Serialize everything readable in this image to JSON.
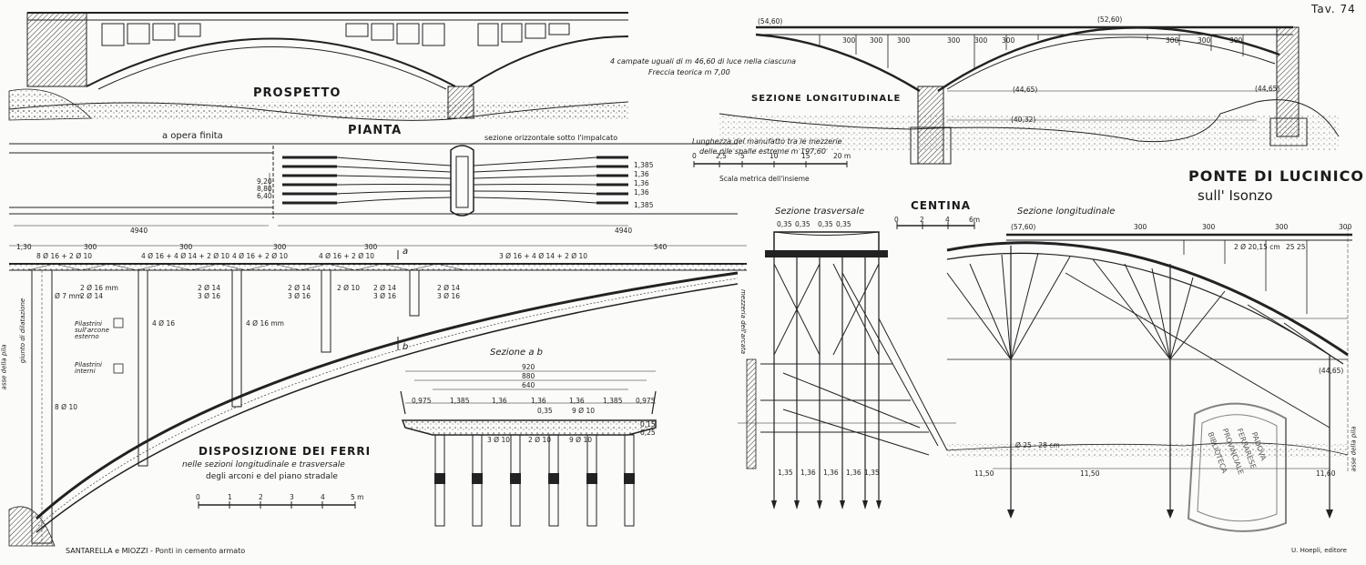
{
  "plate_number": "Tav. 74",
  "top_left": {
    "title_prospetto": "PROSPETTO",
    "note_spans": "4 campate uguali di m 46,60 di luce nella ciascuna",
    "note_arrow": "Freccia teorica m 7,00",
    "title_pianta": "PIANTA",
    "label_opera_finita": "a opera finita",
    "label_sezione_orizz": "sezione orizzontale sotto l'impalcato",
    "dims_plan": [
      "4940",
      "4940"
    ],
    "dims_side": [
      "9,20",
      "8,80",
      "6,40"
    ],
    "dims_right": [
      "1,385",
      "1,36",
      "1,36",
      "1,36",
      "1,385"
    ]
  },
  "top_right": {
    "title_sezione_long": "SEZIONE LONGITUDINALE",
    "note_lunghezza_1": "Lunghezza del manufatto tra le mezzerie",
    "note_lunghezza_2": "delle pile spalle estreme m 197,60",
    "scale_label": "Scala metrica dell'insieme",
    "scale_ticks": [
      "0",
      "2,5",
      "5",
      "10",
      "15",
      "20 m"
    ],
    "levels": [
      "(54,60)",
      "(52,60)",
      "(44,65)",
      "(40,32)",
      "(44,65)"
    ],
    "bay_dims": [
      "300",
      "300",
      "300",
      "300",
      "300",
      "300",
      "300",
      "300",
      "300"
    ],
    "main_title_1": "PONTE DI LUCINICO",
    "main_title_2": "sull' Isonzo"
  },
  "bottom_left": {
    "top_dims": [
      "1,30",
      "300",
      "300",
      "300",
      "300",
      "540"
    ],
    "rebar_labels": [
      "8 Ø 16 + 2 Ø 10",
      "4 Ø 16 + 4 Ø 14 + 2 Ø 10",
      "4 Ø 16 + 2 Ø 10",
      "4 Ø 16 + 2 Ø 10",
      "3 Ø 16 + 4 Ø 14 + 2 Ø 10"
    ],
    "col_labels": [
      "2 Ø 16 mm",
      "2 Ø 14",
      "2 Ø 14",
      "3 Ø 16",
      "2 Ø 14",
      "3 Ø 16",
      "2 Ø 10",
      "2 Ø 14",
      "3 Ø 16",
      "2 Ø 14",
      "3 Ø 16"
    ],
    "side_labels": [
      "Ø 7 mm",
      "4 Ø 16",
      "4 Ø 16 mm",
      "8 Ø 10"
    ],
    "pilastrini_1": "Pilastrini sull'arcone esterno",
    "pilastrini_2": "Pilastrini interni",
    "mark_a": "a",
    "mark_b": "b",
    "vertical_left": "asse della pila",
    "vertical_left2": "giunto di dilatazione",
    "vertical_right": "mezzeria dell'arcata",
    "title_ferri_1": "DISPOSIZIONE DEI FERRI",
    "title_ferri_2": "nelle sezioni longitudinale e trasversale",
    "title_ferri_3": "degli arconi e del piano stradale",
    "scale_ticks": [
      "0",
      "1",
      "2",
      "3",
      "4",
      "5 m"
    ],
    "sezione_ab": "Sezione a b",
    "ab_dims_top": [
      "920",
      "880",
      "640"
    ],
    "ab_dims_mid": [
      "0,975",
      "1,385",
      "1,36",
      "1,36",
      "1,36",
      "1,385",
      "0,975"
    ],
    "ab_small": [
      "0,35",
      "2 Ø 10",
      "9 Ø 10",
      "3 Ø 10",
      "9 Ø 10",
      "0,15",
      "0,25"
    ]
  },
  "bottom_right": {
    "title_sez_trasv": "Sezione trasversale",
    "title_centina": "CENTINA",
    "title_sez_long": "Sezione longitudinale",
    "scale_ticks": [
      "0",
      "2",
      "4",
      "6m"
    ],
    "trasv_top_dims": [
      "0,35",
      "0,35",
      "0,35",
      "0,35"
    ],
    "trasv_bottom_dims": [
      "1,35",
      "1,36",
      "1,36",
      "1,36",
      "1,35"
    ],
    "long_level": "(57,60)",
    "long_dims": [
      "300",
      "300",
      "300",
      "300"
    ],
    "long_small": [
      "2 Ø 20,15 cm",
      "25 25"
    ],
    "long_level_right": "(44,65)",
    "piles_note": "Ø 25 - 28 cm",
    "long_bottom_dims": [
      "11,50",
      "11,50",
      "11,60"
    ],
    "vertical_right": "asse della pila",
    "stamp_lines": [
      "BIBLIOTECA",
      "PROVINCIALE",
      "FERRARESE",
      "PADOVA"
    ]
  },
  "footer": {
    "left": "SANTARELLA e MIOZZI - Ponti in cemento armato",
    "right": "U. Hoepli, editore"
  },
  "colors": {
    "ink": "#1b1b1b",
    "paper": "#fbfbf9",
    "stamp": "#5a5a5a",
    "hatch": "#444444"
  }
}
